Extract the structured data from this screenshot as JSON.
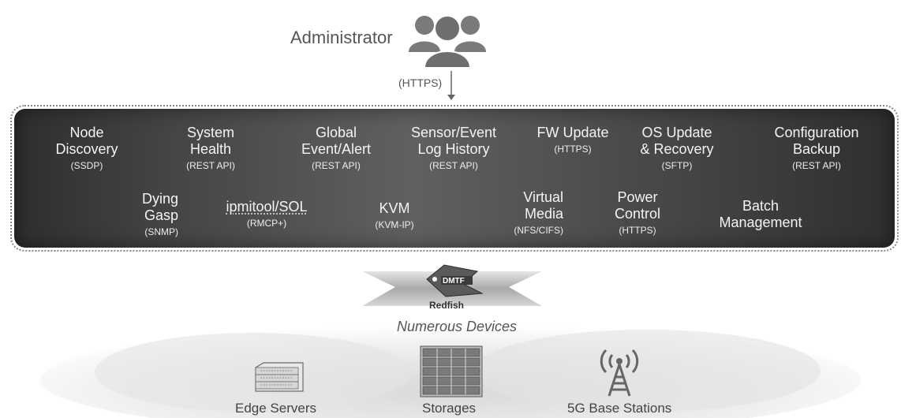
{
  "admin": {
    "label": "Administrator",
    "protocol": "(HTTPS)"
  },
  "features_row1": [
    {
      "title_lines": [
        "Node",
        "Discovery"
      ],
      "sub": "(SSDP)"
    },
    {
      "title_lines": [
        "System",
        "Health"
      ],
      "sub": "(REST API)"
    },
    {
      "title_lines": [
        "Global",
        "Event/Alert"
      ],
      "sub": "(REST API)"
    },
    {
      "title_lines": [
        "Sensor/Event",
        "Log History"
      ],
      "sub": "(REST API)"
    },
    {
      "title_lines": [
        "FW Update"
      ],
      "sub": "(HTTPS)"
    },
    {
      "title_lines": [
        "OS Update",
        "& Recovery"
      ],
      "sub": "(SFTP)"
    },
    {
      "title_lines": [
        "Configuration",
        "Backup"
      ],
      "sub": "(REST API)"
    }
  ],
  "features_row2": [
    {
      "title_lines": [
        "Dying",
        "Gasp"
      ],
      "sub": "(SNMP)"
    },
    {
      "title_lines": [
        "ipmitool/SOL"
      ],
      "sub": "(RMCP+)"
    },
    {
      "title_lines": [
        "KVM"
      ],
      "sub": "(KVM-IP)"
    },
    {
      "title_lines": [
        "Virtual",
        "Media"
      ],
      "sub": "(NFS/CIFS)"
    },
    {
      "title_lines": [
        "Power",
        "Control"
      ],
      "sub": "(HTTPS)"
    },
    {
      "title_lines": [
        "Batch",
        "Management"
      ],
      "sub": ""
    }
  ],
  "redfish": {
    "logo_text": "DMTF",
    "label": "Redfish"
  },
  "devices": {
    "heading": "Numerous Devices",
    "items": [
      {
        "label": "Edge Servers",
        "icon": "server-rack-icon"
      },
      {
        "label": "Storages",
        "icon": "storage-array-icon"
      },
      {
        "label": "5G Base Stations",
        "icon": "cell-tower-icon"
      }
    ]
  }
}
